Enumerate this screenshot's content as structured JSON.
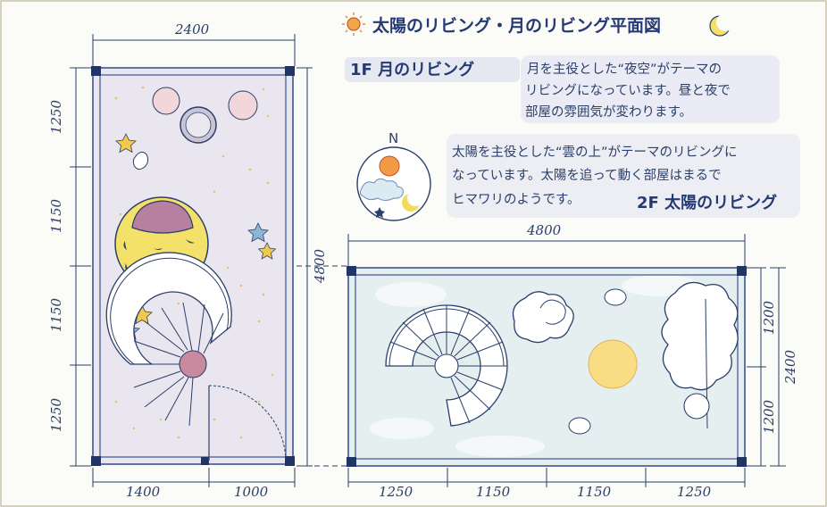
{
  "title": "太陽のリビング・月のリビング平面図",
  "floor1": {
    "label": "1F 月のリビング",
    "description": [
      "月を主役とした“夜空”がテーマの",
      "リビングになっています。昼と夜で",
      "部屋の雰囲気が変わります。"
    ],
    "dims": {
      "top": "2400",
      "right": "4800",
      "left": [
        "1250",
        "1150",
        "1150",
        "1250"
      ],
      "bottom": [
        "1400",
        "1000"
      ]
    }
  },
  "floor2": {
    "label": "2F 太陽のリビング",
    "description": [
      "太陽を主役とした“雲の上”がテーマのリビングに",
      "なっています。太陽を追って動く部屋はまるで",
      "ヒマワリのようです。"
    ],
    "dims": {
      "top": "4800",
      "bottom": [
        "1250",
        "1150",
        "1150",
        "1250"
      ],
      "right_inner": [
        "1200",
        "1200"
      ],
      "right_outer": "2400"
    }
  },
  "compass": {
    "north": "N"
  },
  "colors": {
    "ink": "#253a73",
    "wall": "#3c5590",
    "moon_floor": "#e9e6f0",
    "sun_floor": "#e6efef",
    "moon": "#f3e16a",
    "sun": "#f9dd85",
    "accent_pink": "#c98aa0",
    "star": "#f2c94c",
    "star_blue": "#8fb4d6"
  }
}
